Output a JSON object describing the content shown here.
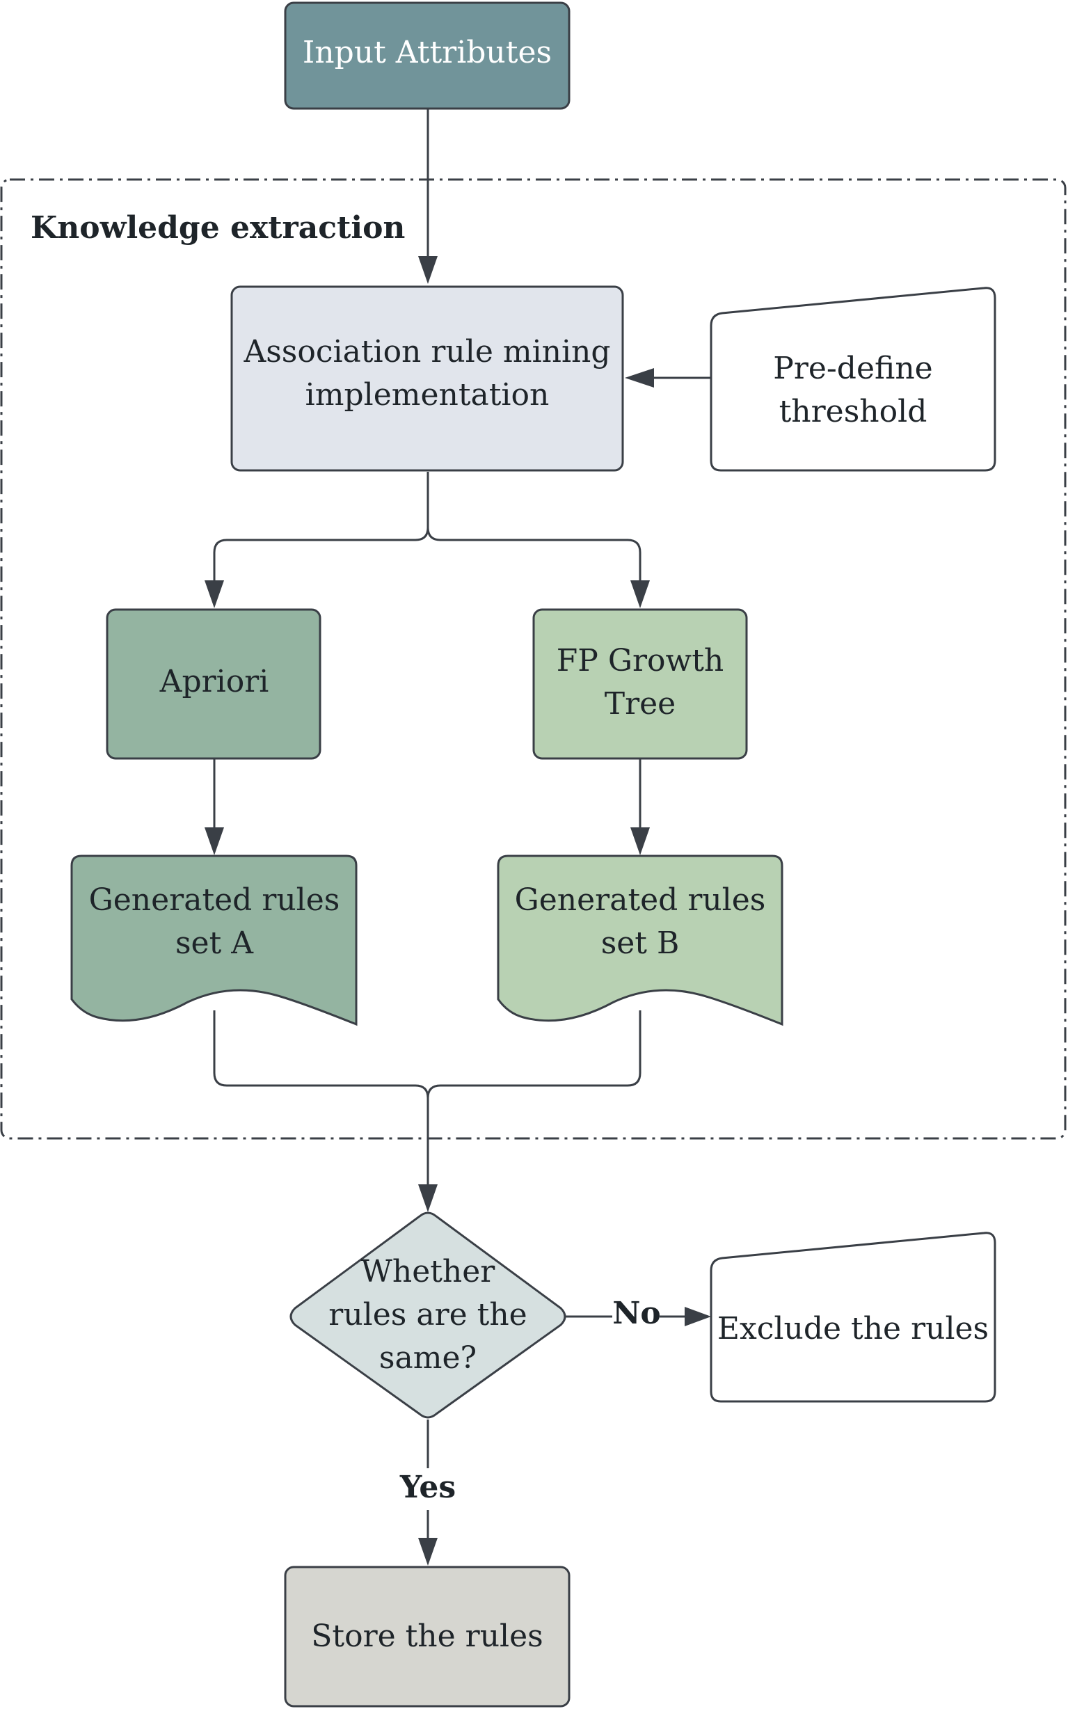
{
  "diagram": {
    "group": {
      "title": "Knowledge extraction"
    },
    "nodes": {
      "input": {
        "lines": [
          "Input Attributes"
        ],
        "fill": "#71949a"
      },
      "arm": {
        "lines": [
          "Association rule mining",
          "implementation"
        ],
        "fill": "#e1e5ec"
      },
      "threshold": {
        "lines": [
          "Pre-define",
          "threshold"
        ],
        "fill": "#ffffff"
      },
      "apriori": {
        "lines": [
          "Apriori"
        ],
        "fill": "#94b4a1"
      },
      "fpgrowth": {
        "lines": [
          "FP Growth",
          "Tree"
        ],
        "fill": "#b8d1b3"
      },
      "rules_a": {
        "lines": [
          "Generated rules",
          "set A"
        ],
        "fill": "#94b4a1"
      },
      "rules_b": {
        "lines": [
          "Generated rules",
          "set B"
        ],
        "fill": "#b8d1b3"
      },
      "decision": {
        "lines": [
          "Whether",
          "rules are the",
          "same?"
        ],
        "fill": "#d6e0e0"
      },
      "exclude": {
        "lines": [
          "Exclude the rules"
        ],
        "fill": "#ffffff"
      },
      "store": {
        "lines": [
          "Store the rules"
        ],
        "fill": "#d6d6d0"
      }
    },
    "edge_labels": {
      "no": "No",
      "yes": "Yes"
    },
    "colors": {
      "stroke": "#3a3f46",
      "text": "#1e2429"
    }
  }
}
